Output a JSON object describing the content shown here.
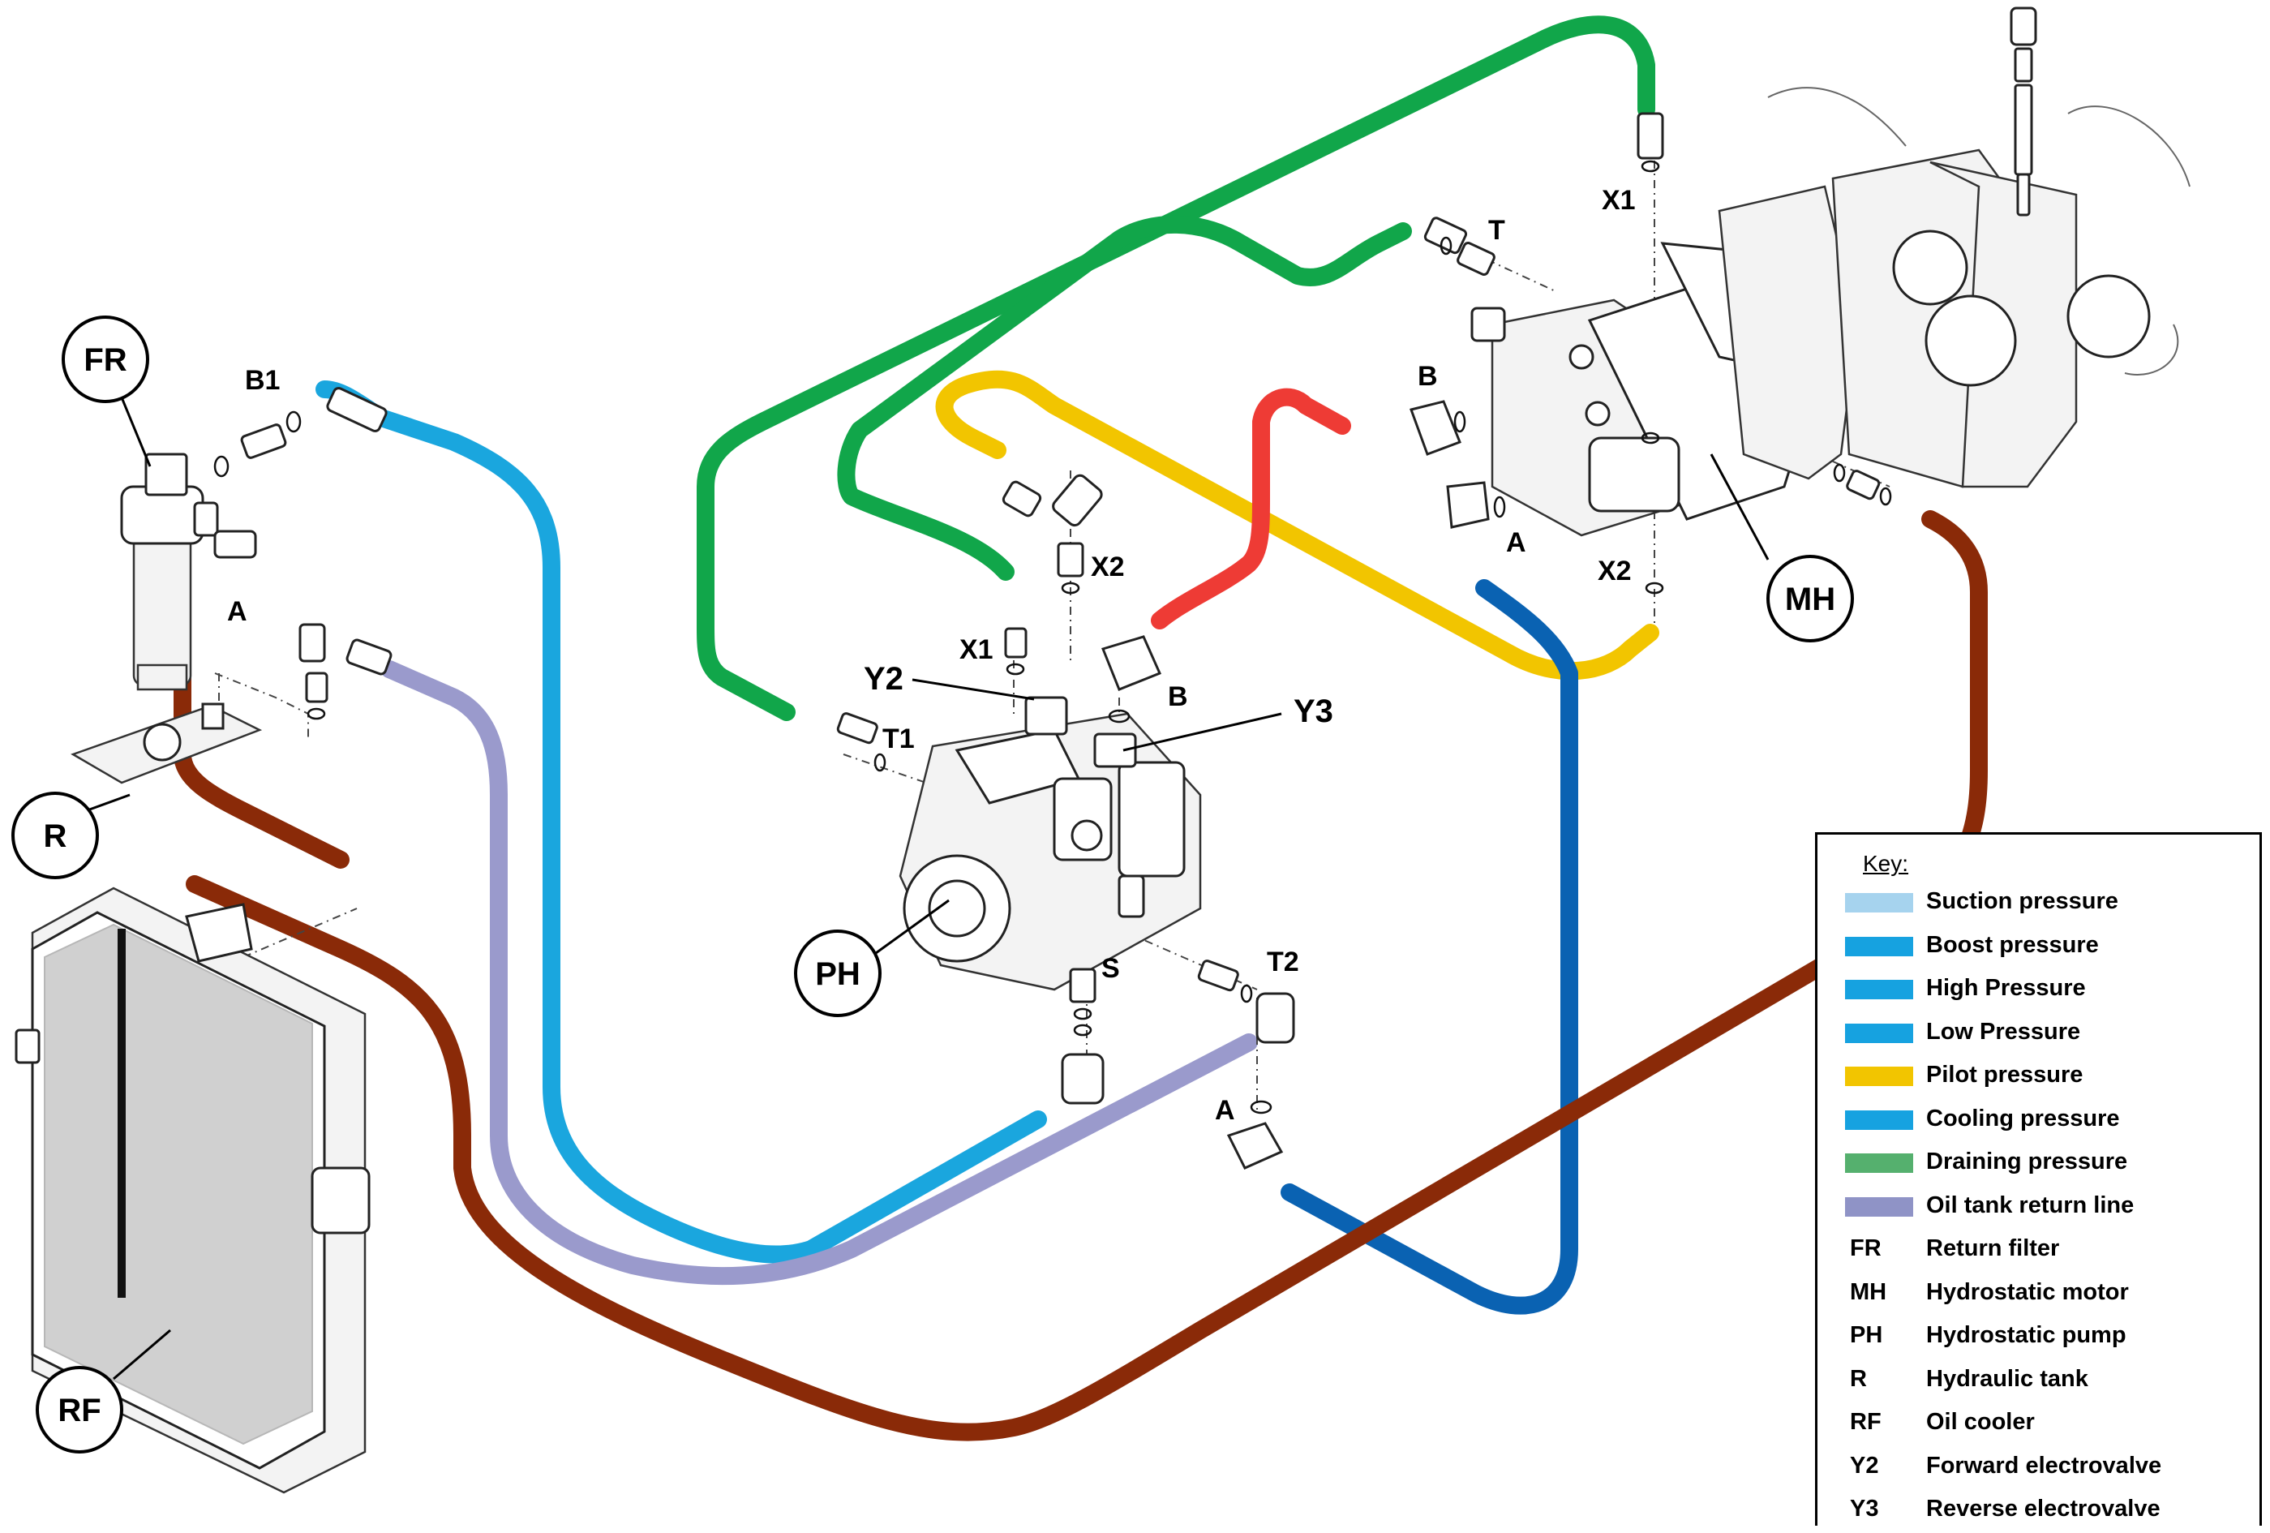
{
  "callouts": {
    "fr": "FR",
    "r": "R",
    "rf": "RF",
    "ph": "PH",
    "mh": "MH"
  },
  "ports": {
    "b1": "B1",
    "a_filter": "A",
    "x1_motor": "X1",
    "t_motor": "T",
    "b_motor": "B",
    "a_motor": "A",
    "x2_motor": "X2",
    "x2_pump": "X2",
    "x1_pump": "X1",
    "y2": "Y2",
    "y3": "Y3",
    "b_pump": "B",
    "t1": "T1",
    "s": "S",
    "t2": "T2",
    "a_bottom": "A"
  },
  "legend": {
    "title": "Key:",
    "lines": [
      {
        "label": "Suction pressure",
        "color": "#a6d3ee"
      },
      {
        "label": "Boost pressure",
        "color": "#16a2e0"
      },
      {
        "label": "High Pressure",
        "color": "#16a2e0"
      },
      {
        "label": "Low Pressure",
        "color": "#16a2e0"
      },
      {
        "label": "Pilot pressure",
        "color": "#f2c500"
      },
      {
        "label": "Cooling pressure",
        "color": "#16a2e0"
      },
      {
        "label": "Draining pressure",
        "color": "#55b06e"
      },
      {
        "label": "Oil tank return line",
        "color": "#8f93c6"
      }
    ],
    "codes": [
      {
        "code": "FR",
        "label": "Return filter"
      },
      {
        "code": "MH",
        "label": "Hydrostatic motor"
      },
      {
        "code": "PH",
        "label": "Hydrostatic pump"
      },
      {
        "code": "R",
        "label": "Hydraulic tank"
      },
      {
        "code": "RF",
        "label": "Oil cooler"
      },
      {
        "code": "Y2",
        "label": "Forward electrovalve"
      },
      {
        "code": "Y3",
        "label": "Reverse electrovalve"
      }
    ]
  },
  "hose_colors": {
    "green": "#11a64a",
    "blue": "#1aa6de",
    "dark_blue": "#0a62b2",
    "red": "#ee3b35",
    "yellow": "#f2c500",
    "lavender": "#9a9acc",
    "brown": "#8a2a08"
  }
}
